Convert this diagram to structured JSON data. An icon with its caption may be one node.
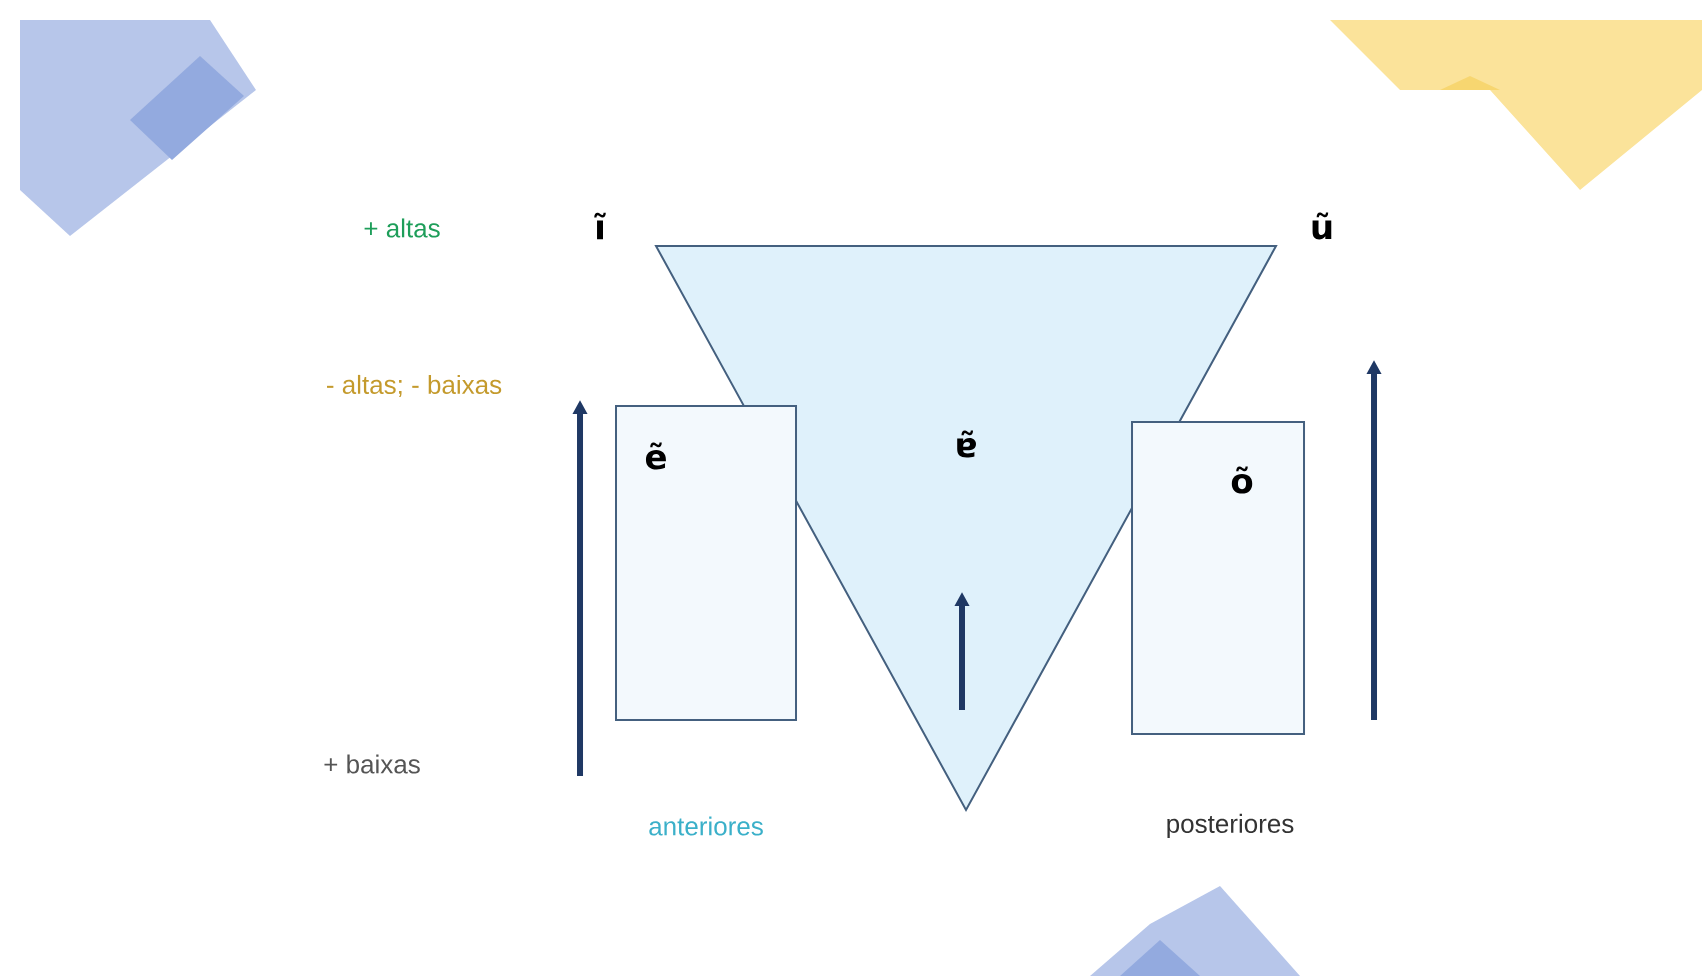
{
  "diagram": {
    "nodes": [
      {
        "text": [
          "ɐ̃"
        ]
      },
      {
        "text": [
          "ẽ"
        ]
      },
      {
        "text": [
          "õ"
        ]
      }
    ],
    "edges": [],
    "labels": [
      "+ altas",
      "ĩ",
      "ũ",
      "- altas; - baixas",
      "+ baixas",
      "anteriores",
      "posteriores"
    ]
  }
}
